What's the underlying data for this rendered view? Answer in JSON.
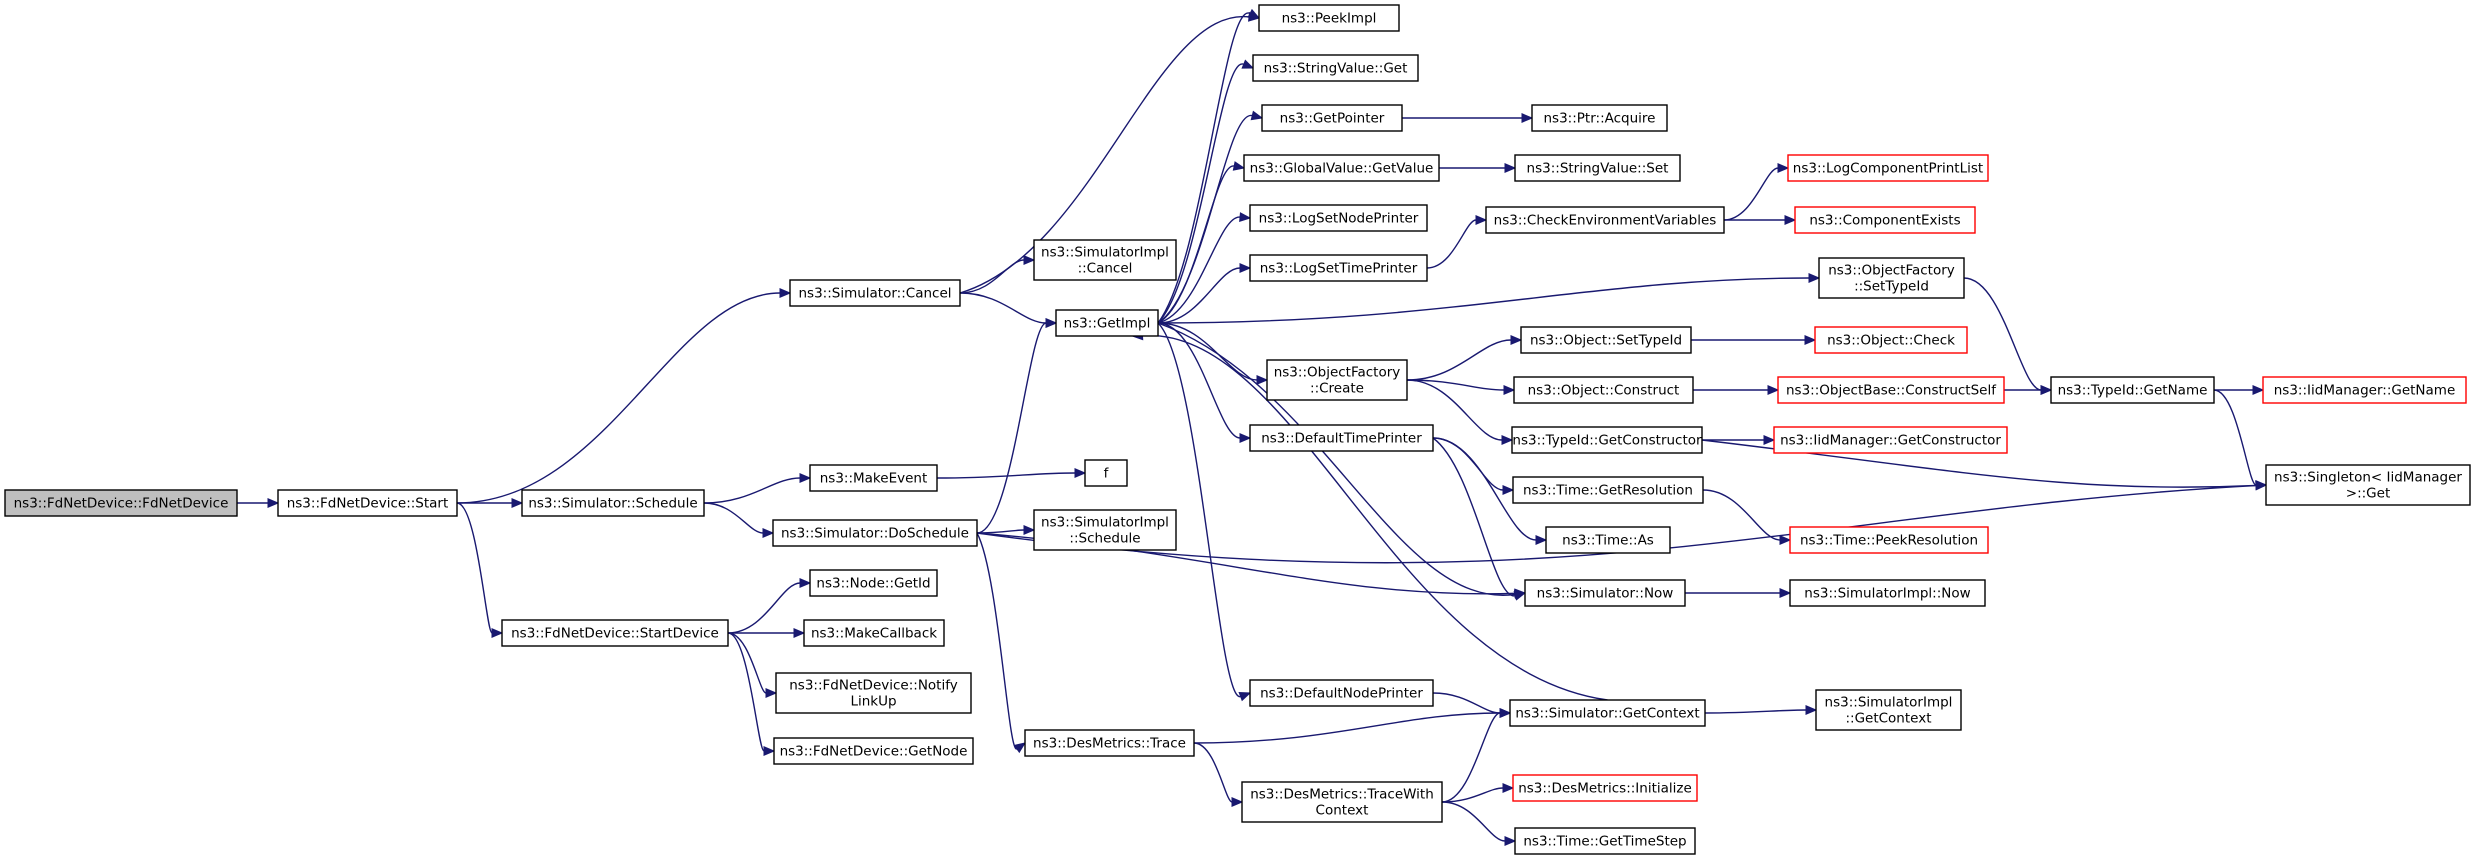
{
  "graph": {
    "edge_color": "#191970",
    "nodes": [
      {
        "id": "root",
        "lines": [
          "ns3::FdNetDevice::FdNetDevice"
        ],
        "style": "root"
      },
      {
        "id": "start",
        "lines": [
          "ns3::FdNetDevice::Start"
        ],
        "style": "normal"
      },
      {
        "id": "sched",
        "lines": [
          "ns3::Simulator::Schedule"
        ],
        "style": "normal"
      },
      {
        "id": "startdev",
        "lines": [
          "ns3::FdNetDevice::StartDevice"
        ],
        "style": "normal"
      },
      {
        "id": "cancel",
        "lines": [
          "ns3::Simulator::Cancel"
        ],
        "style": "normal"
      },
      {
        "id": "makeevent",
        "lines": [
          "ns3::MakeEvent"
        ],
        "style": "normal"
      },
      {
        "id": "dosched",
        "lines": [
          "ns3::Simulator::DoSchedule"
        ],
        "style": "normal"
      },
      {
        "id": "getid",
        "lines": [
          "ns3::Node::GetId"
        ],
        "style": "normal"
      },
      {
        "id": "makecb",
        "lines": [
          "ns3::MakeCallback"
        ],
        "style": "normal"
      },
      {
        "id": "notify",
        "lines": [
          "ns3::FdNetDevice::Notify",
          "LinkUp"
        ],
        "style": "normal"
      },
      {
        "id": "getnode",
        "lines": [
          "ns3::FdNetDevice::GetNode"
        ],
        "style": "normal"
      },
      {
        "id": "implcancel",
        "lines": [
          "ns3::SimulatorImpl",
          "::Cancel"
        ],
        "style": "normal"
      },
      {
        "id": "getimpl",
        "lines": [
          "ns3::GetImpl"
        ],
        "style": "normal"
      },
      {
        "id": "f",
        "lines": [
          "f"
        ],
        "style": "normal"
      },
      {
        "id": "implsched",
        "lines": [
          "ns3::SimulatorImpl",
          "::Schedule"
        ],
        "style": "normal"
      },
      {
        "id": "trace",
        "lines": [
          "ns3::DesMetrics::Trace"
        ],
        "style": "normal"
      },
      {
        "id": "peekimpl",
        "lines": [
          "ns3::PeekImpl"
        ],
        "style": "normal"
      },
      {
        "id": "strget",
        "lines": [
          "ns3::StringValue::Get"
        ],
        "style": "normal"
      },
      {
        "id": "getptr",
        "lines": [
          "ns3::GetPointer"
        ],
        "style": "normal"
      },
      {
        "id": "gvget",
        "lines": [
          "ns3::GlobalValue::GetValue"
        ],
        "style": "normal"
      },
      {
        "id": "lognode",
        "lines": [
          "ns3::LogSetNodePrinter"
        ],
        "style": "normal"
      },
      {
        "id": "logtime",
        "lines": [
          "ns3::LogSetTimePrinter"
        ],
        "style": "normal"
      },
      {
        "id": "ofcreate",
        "lines": [
          "ns3::ObjectFactory",
          "::Create"
        ],
        "style": "normal"
      },
      {
        "id": "dtp",
        "lines": [
          "ns3::DefaultTimePrinter"
        ],
        "style": "normal"
      },
      {
        "id": "dnp",
        "lines": [
          "ns3::DefaultNodePrinter"
        ],
        "style": "normal"
      },
      {
        "id": "tracewith",
        "lines": [
          "ns3::DesMetrics::TraceWith",
          "Context"
        ],
        "style": "normal"
      },
      {
        "id": "acquire",
        "lines": [
          "ns3::Ptr::Acquire"
        ],
        "style": "normal"
      },
      {
        "id": "strset",
        "lines": [
          "ns3::StringValue::Set"
        ],
        "style": "normal"
      },
      {
        "id": "checkenv",
        "lines": [
          "ns3::CheckEnvironmentVariables"
        ],
        "style": "normal"
      },
      {
        "id": "settypeid",
        "lines": [
          "ns3::Object::SetTypeId"
        ],
        "style": "normal"
      },
      {
        "id": "construct",
        "lines": [
          "ns3::Object::Construct"
        ],
        "style": "normal"
      },
      {
        "id": "getctor",
        "lines": [
          "ns3::TypeId::GetConstructor"
        ],
        "style": "normal"
      },
      {
        "id": "getres",
        "lines": [
          "ns3::Time::GetResolution"
        ],
        "style": "normal"
      },
      {
        "id": "timeas",
        "lines": [
          "ns3::Time::As"
        ],
        "style": "normal"
      },
      {
        "id": "simnow",
        "lines": [
          "ns3::Simulator::Now"
        ],
        "style": "normal"
      },
      {
        "id": "getctx",
        "lines": [
          "ns3::Simulator::GetContext"
        ],
        "style": "normal"
      },
      {
        "id": "dminit",
        "lines": [
          "ns3::DesMetrics::Initialize"
        ],
        "style": "red"
      },
      {
        "id": "timestep",
        "lines": [
          "ns3::Time::GetTimeStep"
        ],
        "style": "normal"
      },
      {
        "id": "logprint",
        "lines": [
          "ns3::LogComponentPrintList"
        ],
        "style": "red"
      },
      {
        "id": "compexists",
        "lines": [
          "ns3::ComponentExists"
        ],
        "style": "red"
      },
      {
        "id": "ofsettype",
        "lines": [
          "ns3::ObjectFactory",
          "::SetTypeId"
        ],
        "style": "normal"
      },
      {
        "id": "objcheck",
        "lines": [
          "ns3::Object::Check"
        ],
        "style": "red"
      },
      {
        "id": "obconstruct",
        "lines": [
          "ns3::ObjectBase::ConstructSelf"
        ],
        "style": "red"
      },
      {
        "id": "iidctor",
        "lines": [
          "ns3::IidManager::GetConstructor"
        ],
        "style": "red"
      },
      {
        "id": "peekres",
        "lines": [
          "ns3::Time::PeekResolution"
        ],
        "style": "red"
      },
      {
        "id": "implnow",
        "lines": [
          "ns3::SimulatorImpl::Now"
        ],
        "style": "normal"
      },
      {
        "id": "implctx",
        "lines": [
          "ns3::SimulatorImpl",
          "::GetContext"
        ],
        "style": "normal"
      },
      {
        "id": "getname",
        "lines": [
          "ns3::TypeId::GetName"
        ],
        "style": "normal"
      },
      {
        "id": "iidname",
        "lines": [
          "ns3::IidManager::GetName"
        ],
        "style": "red"
      },
      {
        "id": "singleton",
        "lines": [
          "ns3::Singleton< IidManager",
          " >::Get"
        ],
        "style": "normal"
      }
    ],
    "edges": [
      [
        "root",
        "start"
      ],
      [
        "start",
        "cancel"
      ],
      [
        "start",
        "sched"
      ],
      [
        "start",
        "startdev"
      ],
      [
        "cancel",
        "peekimpl"
      ],
      [
        "cancel",
        "implcancel"
      ],
      [
        "cancel",
        "getimpl"
      ],
      [
        "sched",
        "makeevent"
      ],
      [
        "sched",
        "dosched"
      ],
      [
        "makeevent",
        "f"
      ],
      [
        "dosched",
        "getimpl"
      ],
      [
        "dosched",
        "implsched"
      ],
      [
        "dosched",
        "simnow"
      ],
      [
        "dosched",
        "singleton"
      ],
      [
        "dosched",
        "trace"
      ],
      [
        "startdev",
        "getid"
      ],
      [
        "startdev",
        "makecb"
      ],
      [
        "startdev",
        "notify"
      ],
      [
        "startdev",
        "getnode"
      ],
      [
        "getimpl",
        "peekimpl"
      ],
      [
        "getimpl",
        "strget"
      ],
      [
        "getimpl",
        "getptr"
      ],
      [
        "getimpl",
        "gvget"
      ],
      [
        "getimpl",
        "lognode"
      ],
      [
        "getimpl",
        "logtime"
      ],
      [
        "getimpl",
        "ofsettype"
      ],
      [
        "getimpl",
        "ofcreate"
      ],
      [
        "getimpl",
        "dtp"
      ],
      [
        "getimpl",
        "dnp"
      ],
      [
        "getimpl",
        "simnow"
      ],
      [
        "getptr",
        "acquire"
      ],
      [
        "gvget",
        "strset"
      ],
      [
        "logtime",
        "checkenv"
      ],
      [
        "checkenv",
        "logprint"
      ],
      [
        "checkenv",
        "compexists"
      ],
      [
        "ofsettype",
        "getname"
      ],
      [
        "ofcreate",
        "settypeid"
      ],
      [
        "ofcreate",
        "construct"
      ],
      [
        "ofcreate",
        "getctor"
      ],
      [
        "settypeid",
        "objcheck"
      ],
      [
        "construct",
        "obconstruct"
      ],
      [
        "obconstruct",
        "getname"
      ],
      [
        "getctor",
        "iidctor"
      ],
      [
        "getctor",
        "singleton"
      ],
      [
        "getname",
        "iidname"
      ],
      [
        "getname",
        "singleton"
      ],
      [
        "dtp",
        "getres"
      ],
      [
        "dtp",
        "timeas"
      ],
      [
        "dtp",
        "simnow"
      ],
      [
        "getres",
        "peekres"
      ],
      [
        "simnow",
        "implnow"
      ],
      [
        "dnp",
        "getctx"
      ],
      [
        "getctx",
        "implctx"
      ],
      [
        "getctx",
        "getimpl"
      ],
      [
        "trace",
        "getctx"
      ],
      [
        "trace",
        "tracewith"
      ],
      [
        "tracewith",
        "getctx"
      ],
      [
        "tracewith",
        "dminit"
      ],
      [
        "tracewith",
        "timestep"
      ]
    ]
  }
}
